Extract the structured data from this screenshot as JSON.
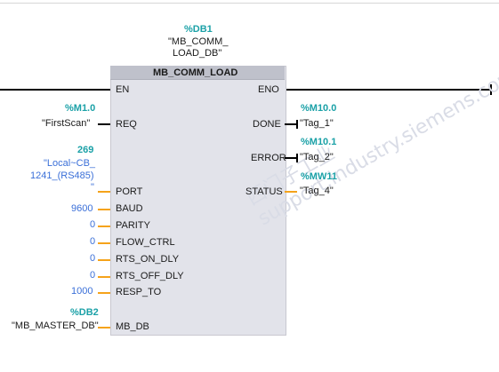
{
  "colors": {
    "address": "#1ba1a7",
    "pin_line": "#f5a31a",
    "constant": "#3a6fd8",
    "rail": "#000000",
    "box_fill": "#e2e3ea",
    "box_header": "#bfc1cb"
  },
  "block": {
    "instance_addr": "%DB1",
    "instance_name_line1": "\"MB_COMM_",
    "instance_name_line2": "LOAD_DB\"",
    "type": "MB_COMM_LOAD",
    "en": "EN",
    "eno": "ENO"
  },
  "inputs": {
    "req": {
      "pin": "REQ",
      "addr": "%M1.0",
      "tag": "\"FirstScan\""
    },
    "port": {
      "pin": "PORT",
      "value": "269",
      "tag_line1": "\"Local~CB_",
      "tag_line2": "1241_(RS485)",
      "tag_line3": "\""
    },
    "baud": {
      "pin": "BAUD",
      "value": "9600"
    },
    "parity": {
      "pin": "PARITY",
      "value": "0"
    },
    "flow_ctrl": {
      "pin": "FLOW_CTRL",
      "value": "0"
    },
    "rts_on_dly": {
      "pin": "RTS_ON_DLY",
      "value": "0"
    },
    "rts_off_dly": {
      "pin": "RTS_OFF_DLY",
      "value": "0"
    },
    "resp_to": {
      "pin": "RESP_TO",
      "value": "1000"
    },
    "mb_db": {
      "pin": "MB_DB",
      "addr": "%DB2",
      "tag": "\"MB_MASTER_DB\""
    }
  },
  "outputs": {
    "done": {
      "pin": "DONE",
      "addr": "%M10.0",
      "tag": "\"Tag_1\""
    },
    "error": {
      "pin": "ERROR",
      "addr": "%M10.1",
      "tag": "\"Tag_2\""
    },
    "status": {
      "pin": "STATUS",
      "addr": "%MW11",
      "tag": "\"Tag_4\""
    }
  },
  "watermark": "西门子工业  support.industry.siemens.com"
}
